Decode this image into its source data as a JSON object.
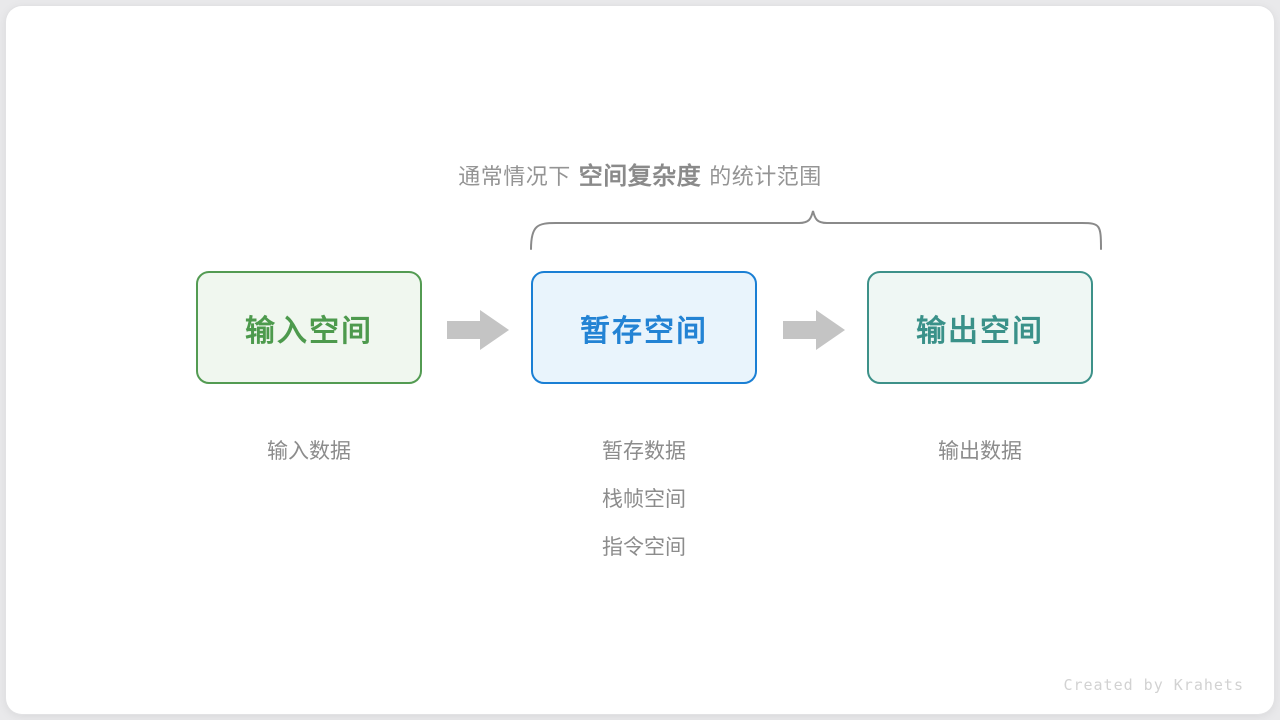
{
  "brace_caption": {
    "prefix": "通常情况下",
    "emphasis": "空间复杂度",
    "suffix": "的统计范围"
  },
  "boxes": [
    {
      "id": "input",
      "label": "输入空间",
      "border_color": "#539b52",
      "fill_color": "#f0f7ef",
      "text_color": "#4d9a4d"
    },
    {
      "id": "temp",
      "label": "暂存空间",
      "border_color": "#1a7fd4",
      "fill_color": "#e9f4fc",
      "text_color": "#2383d4"
    },
    {
      "id": "output",
      "label": "输出空间",
      "border_color": "#3d9189",
      "fill_color": "#eff7f4",
      "text_color": "#3a9189"
    }
  ],
  "arrows": {
    "color": "#c4c4c4",
    "count": 2
  },
  "captions": {
    "input": [
      "输入数据"
    ],
    "temp": [
      "暂存数据",
      "栈帧空间",
      "指令空间"
    ],
    "output": [
      "输出数据"
    ]
  },
  "brace": {
    "color": "#8a8a8a",
    "stroke_width": 2
  },
  "footer": {
    "credit": "Created by Krahets"
  },
  "colors": {
    "page_background": "#e9e9eb",
    "canvas_background": "#ffffff",
    "muted_text": "#8c8c8c",
    "footer_text": "#d2d2d2"
  }
}
